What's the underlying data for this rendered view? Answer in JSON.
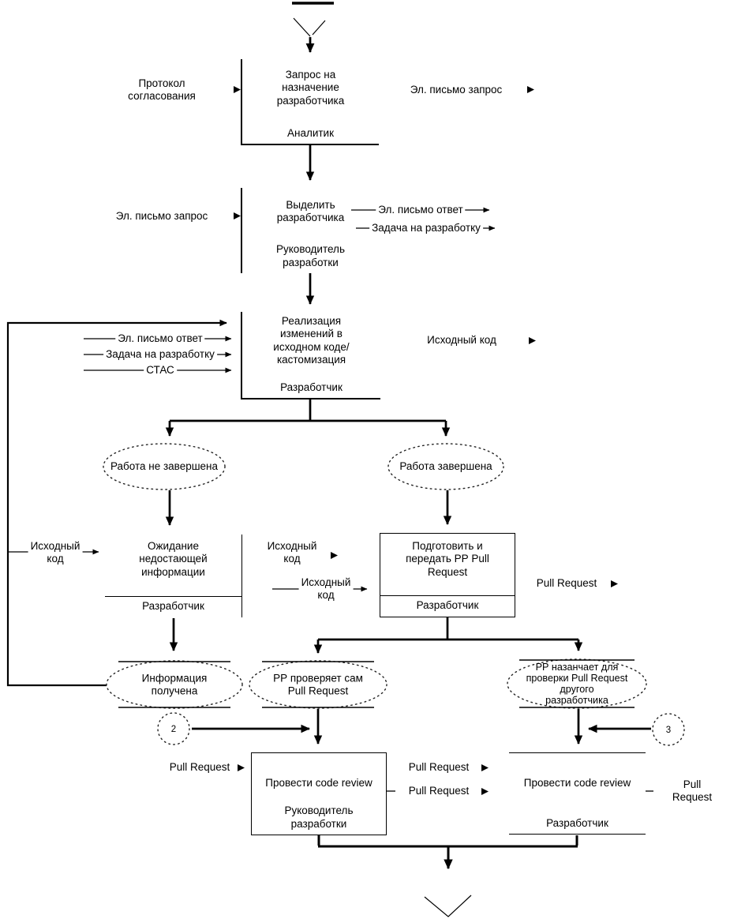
{
  "colors": {
    "ink": "#000000",
    "paper": "#ffffff"
  },
  "boxes": [
    {
      "title": "Запрос на\nназначение\nразработчика",
      "role": "Аналитик"
    },
    {
      "title": "Выделить\nразработчика",
      "role": "Руководитель\nразработки"
    },
    {
      "title": "Реализация\nизменений в\nисходном коде/\nкастомизация",
      "role": "Разработчик"
    },
    {
      "title": "Ожидание\nнедостающей\nинформации",
      "role": "Разработчик"
    },
    {
      "title": "Подготовить и\nпередать РР Pull\nRequest",
      "role": "Разработчик"
    },
    {
      "title": "Провести code review",
      "role": "Руководитель\nразработки"
    },
    {
      "title": "Провести code review",
      "role": "Разработчик"
    }
  ],
  "conditions": [
    {
      "text": "Работа не завершена"
    },
    {
      "text": "Работа завершена"
    },
    {
      "text": "Информация\nполучена"
    },
    {
      "text": "РР проверяет сам\nPull Request"
    },
    {
      "text": "РР назанчает для\nпроверки Pull Request\nдругого\nразработчика"
    }
  ],
  "junctions": [
    {
      "label": "2"
    },
    {
      "label": "3"
    }
  ],
  "flow_labels": {
    "protocol": "Протокол\nсогласования",
    "email_request": "Эл. письмо запрос",
    "email_reply": "Эл. письмо ответ",
    "dev_task": "Задача на разработку",
    "stas": "СТАС",
    "source_code": "Исходный\nкод",
    "source_code_inline": "Исходный код",
    "pull_request": "Pull Request"
  }
}
